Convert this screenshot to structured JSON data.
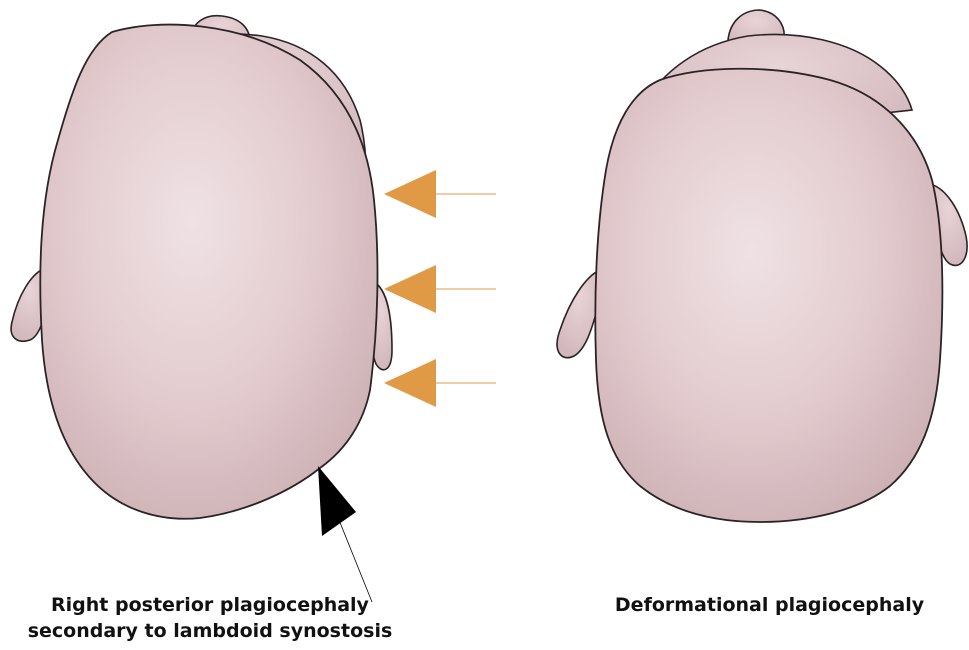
{
  "captions": {
    "left_line1": "Right posterior plagiocephaly",
    "left_line2": "secondary to lambdoid synostosis",
    "right": "Deformational plagiocephaly"
  },
  "colors": {
    "skin": "#e4cdd0",
    "skin_light": "#efe0e2",
    "skin_shadow": "#c9aeb2",
    "outline": "#2b2326",
    "arrow_orange": "#e09a45",
    "arrow_black": "#000000"
  }
}
